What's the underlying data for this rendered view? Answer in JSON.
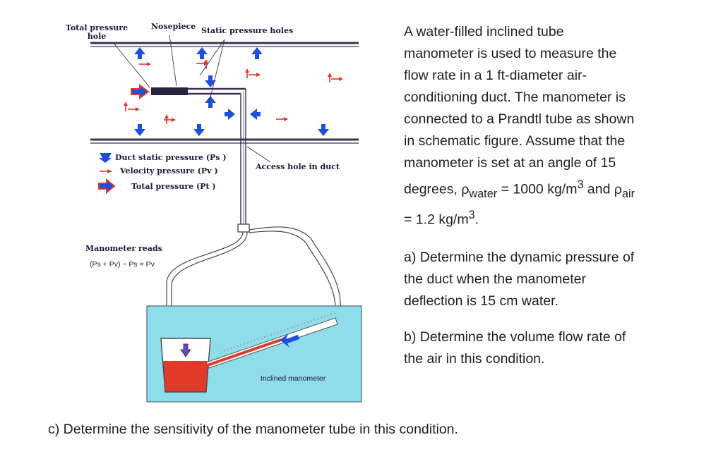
{
  "diagram": {
    "labels": {
      "total_pressure_hole": [
        "Total pressure",
        "hole"
      ],
      "nosepiece": "Nosepiece",
      "static_pressure_holes": "Static pressure holes",
      "access_hole": "Access hole in duct",
      "inclined_manometer": "Inclined manometer",
      "manometer_reads": "Manometer reads",
      "manometer_formula": "(Ps + Pv) − Ps = Pv"
    },
    "legend": [
      {
        "symbol": "blue-arrow",
        "text": "Duct static pressure (Ps )"
      },
      {
        "symbol": "red-arrow",
        "text": "Velocity pressure (Pv )"
      },
      {
        "symbol": "hollow-arrow",
        "text": "Total pressure (Pt )"
      }
    ],
    "colors": {
      "duct": "#3a3250",
      "static_arrow": "#1e4fd8",
      "velocity_arrow": "#e8332a",
      "tank_water": "#8fdcea",
      "manometer_fluid": "#e23a2a"
    }
  },
  "problem": {
    "intro": "A water-filled inclined tube manometer is used to measure the flow rate in a 1 ft-diameter air-conditioning duct. The manometer is connected to a Prandtl tube as shown in schematic figure. Assume that the manometer is set at an angle of 15 degrees,",
    "rho_symbol": "ρ",
    "rho_water_sub": "water",
    "rho_water_val": "= 1000",
    "rho_water_unit": "kg/m",
    "and_text": "and",
    "rho_air_sub": "air",
    "rho_air_val": "= 1.2 kg/m",
    "cube": "3",
    "period": ".",
    "part_a": "a) Determine the dynamic pressure of the duct when the manometer deflection is 15 cm water.",
    "part_b": "b) Determine the volume flow rate of the air in this condition.",
    "part_c": "c) Determine the sensitivity of the manometer tube in this condition."
  }
}
